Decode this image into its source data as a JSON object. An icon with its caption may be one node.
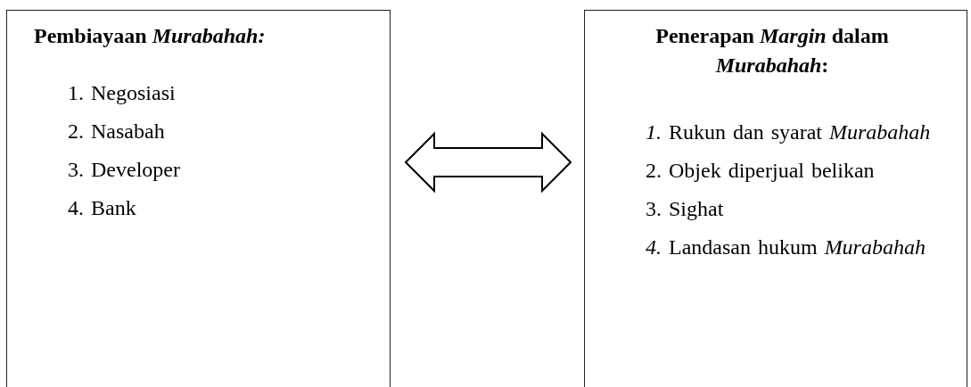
{
  "diagram": {
    "nodes": [
      {
        "text": [
          "Pembiayaan *Murabahah:*",
          "1. Negosiasi",
          "2. Nasabah",
          "3. Developer",
          "4. Bank"
        ]
      },
      {
        "text": [
          "Penerapan *Margin* dalam *Murabahah*:",
          "*1.* Rukun dan syarat *Murabahah*",
          "2. Objek diperjual belikan",
          "3. Sighat",
          "*4.* Landasan hukum *Murabahah*"
        ]
      }
    ],
    "edges": [
      {
        "from": 0,
        "to": 1,
        "arrow": "both"
      }
    ]
  }
}
